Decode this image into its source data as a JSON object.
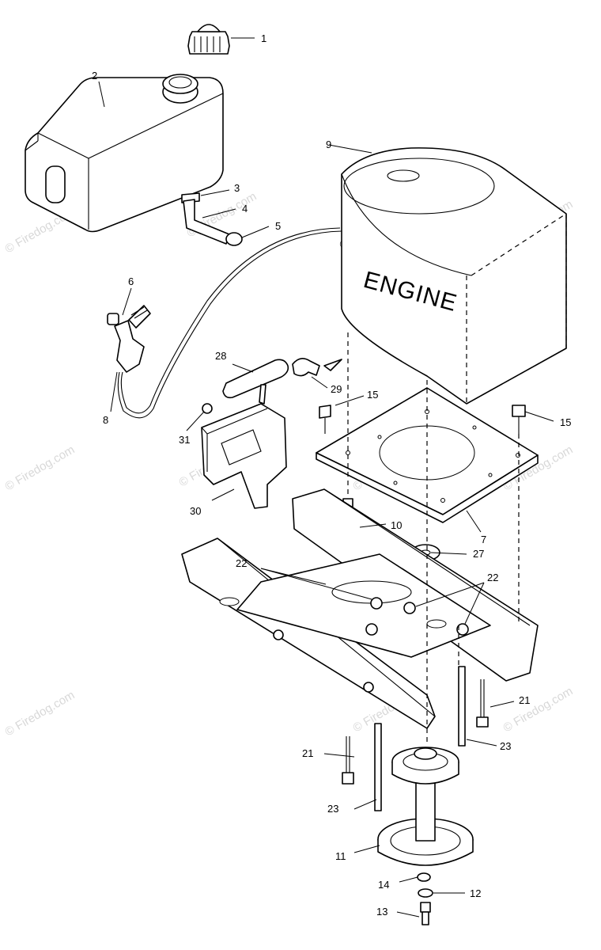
{
  "engine_label": "ENGINE",
  "watermark": "© Firedog.com",
  "callouts": [
    {
      "id": "c1",
      "label": "1"
    },
    {
      "id": "c2",
      "label": "2"
    },
    {
      "id": "c3",
      "label": "3"
    },
    {
      "id": "c4",
      "label": "4"
    },
    {
      "id": "c5",
      "label": "5"
    },
    {
      "id": "c6",
      "label": "6"
    },
    {
      "id": "c7",
      "label": "7"
    },
    {
      "id": "c8",
      "label": "8"
    },
    {
      "id": "c9",
      "label": "9"
    },
    {
      "id": "c10",
      "label": "10"
    },
    {
      "id": "c11",
      "label": "11"
    },
    {
      "id": "c12",
      "label": "12"
    },
    {
      "id": "c13",
      "label": "13"
    },
    {
      "id": "c14",
      "label": "14"
    },
    {
      "id": "c15a",
      "label": "15"
    },
    {
      "id": "c15b",
      "label": "15"
    },
    {
      "id": "c21a",
      "label": "21"
    },
    {
      "id": "c21b",
      "label": "21"
    },
    {
      "id": "c22a",
      "label": "22"
    },
    {
      "id": "c22b",
      "label": "22"
    },
    {
      "id": "c23a",
      "label": "23"
    },
    {
      "id": "c23b",
      "label": "23"
    },
    {
      "id": "c27",
      "label": "27"
    },
    {
      "id": "c28",
      "label": "28"
    },
    {
      "id": "c29",
      "label": "29"
    },
    {
      "id": "c30",
      "label": "30"
    },
    {
      "id": "c31",
      "label": "31"
    }
  ]
}
